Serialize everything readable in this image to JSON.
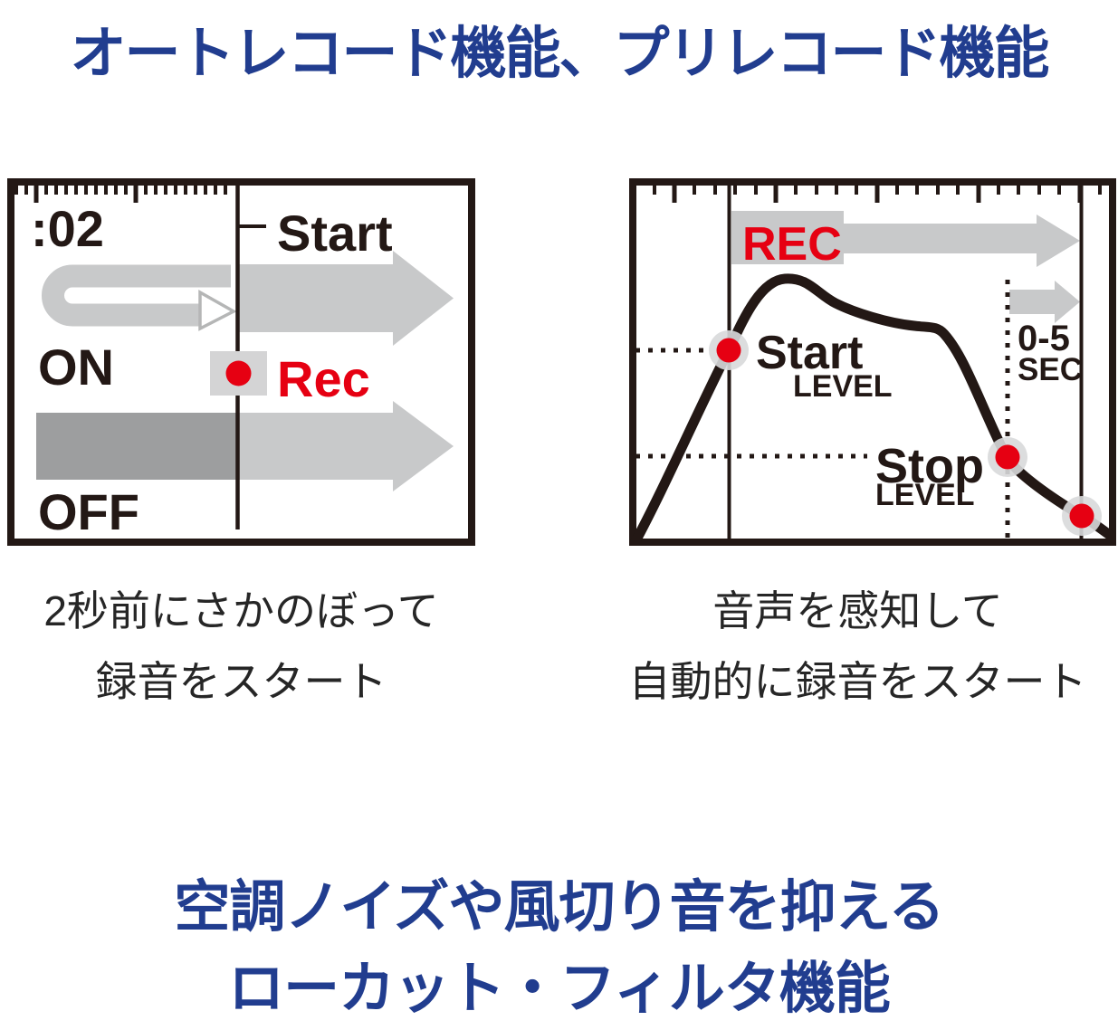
{
  "title": "オートレコード機能、プリレコード機能",
  "colors": {
    "blue": "#213d8f",
    "red": "#e60012",
    "ink": "#231815",
    "gray_light": "#c8c9ca",
    "gray_mid": "#d4d4d5",
    "gray_dark": "#9d9e9f",
    "halo": "#d8d9da",
    "outline": "#b5b6b6"
  },
  "pre_record": {
    "time_label": ":02",
    "start_label": "Start",
    "on_label": "ON",
    "rec_label": "Rec",
    "off_label": "OFF",
    "caption_line1": "2秒前にさかのぼって",
    "caption_line2": "録音をスタート"
  },
  "auto_record": {
    "rec_label": "REC",
    "start_label": "Start",
    "start_sublabel": "LEVEL",
    "stop_label": "Stop",
    "stop_sublabel": "LEVEL",
    "range_label": "0-5",
    "range_unit": "SEC",
    "caption_line1": "音声を感知して",
    "caption_line2": "自動的に録音をスタート"
  },
  "footer": {
    "line1": "空調ノイズや風切り音を抑える",
    "line2": "ローカット・フィルタ機能"
  }
}
